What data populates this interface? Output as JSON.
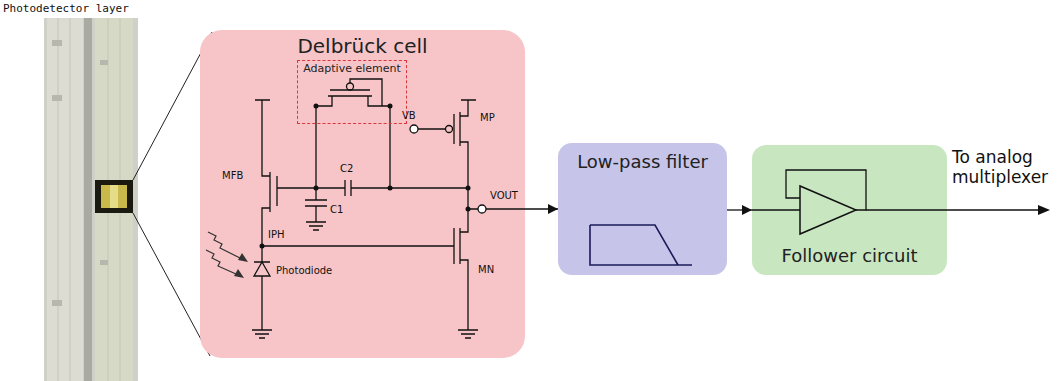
{
  "diagram": {
    "nodes": [
      {
        "text": [
          "Delbrück cell"
        ]
      },
      {
        "text": [
          "Adaptive element"
        ],
        "in": 0
      },
      {
        "text": [
          "Low-pass filter"
        ]
      },
      {
        "text": [
          "Follower circuit"
        ]
      }
    ],
    "edges": [
      {
        "from": 0,
        "to": 2,
        "arrow": "to"
      },
      {
        "from": 2,
        "to": 3,
        "arrow": "to"
      }
    ],
    "labels": [
      "Photodetector layer",
      "MFB",
      "C1",
      "C2",
      "VB",
      "MP",
      "VOUT",
      "IPH",
      "Photodiode",
      "MN",
      "To analog multiplexer"
    ]
  }
}
